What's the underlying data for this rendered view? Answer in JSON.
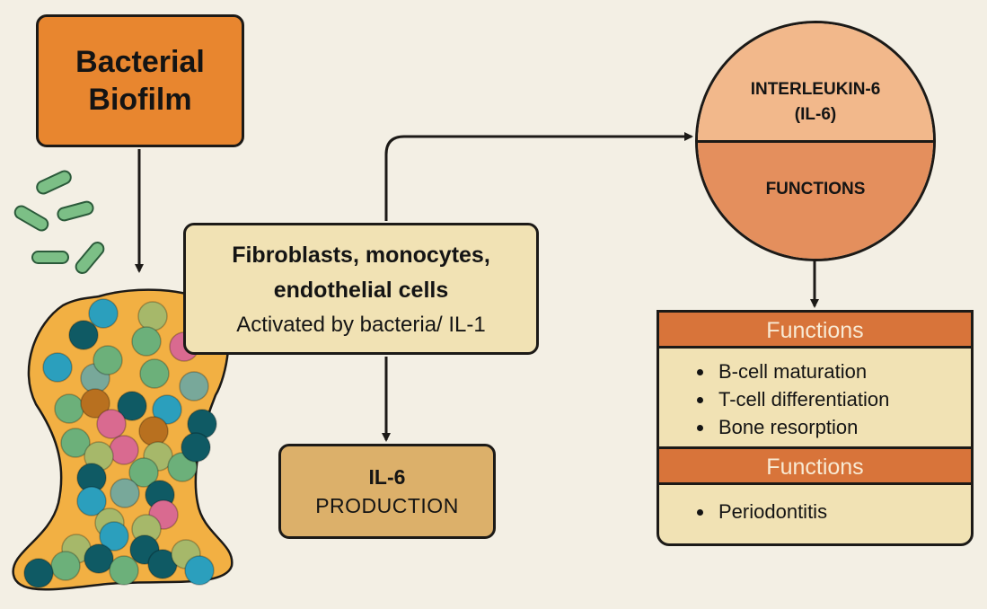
{
  "diagram": {
    "title": "IL-6 in periodontal disease",
    "nodes": {
      "biofilm": {
        "line1": "Bacterial",
        "line2": "Biofilm",
        "color": "#e8862f"
      },
      "cells": {
        "line1": "Fibroblasts, monocytes,",
        "line2": "endothelial cells",
        "note": "Activated by bacteria/ IL-1",
        "color": "#f1e2b4"
      },
      "production": {
        "line1": "IL-6",
        "line2": "PRODUCTION",
        "color": "#dcb06a"
      },
      "il6": {
        "line1": "INTERLEUKIN-6",
        "line2": "(IL-6)",
        "lower": "FUNCTIONS",
        "upper_color": "#f2b88b",
        "lower_color": "#e48f5d"
      }
    },
    "functions_panel": {
      "header1": "Functions",
      "items1": [
        "B-cell maturation",
        "T-cell differentiation",
        "Bone resorption"
      ],
      "header2": "Functions",
      "items2": [
        "Periodontitis"
      ],
      "header_color": "#d8743a"
    },
    "edges": [
      {
        "from": "biofilm",
        "to": "biofilm-mass"
      },
      {
        "from": "cells",
        "to": "il6"
      },
      {
        "from": "cells",
        "to": "production"
      },
      {
        "from": "il6",
        "to": "functions_panel"
      }
    ],
    "illustrations": {
      "bacteria": "rod-shaped bacteria (5)",
      "biofilm_mass": "cell cluster blob"
    }
  }
}
